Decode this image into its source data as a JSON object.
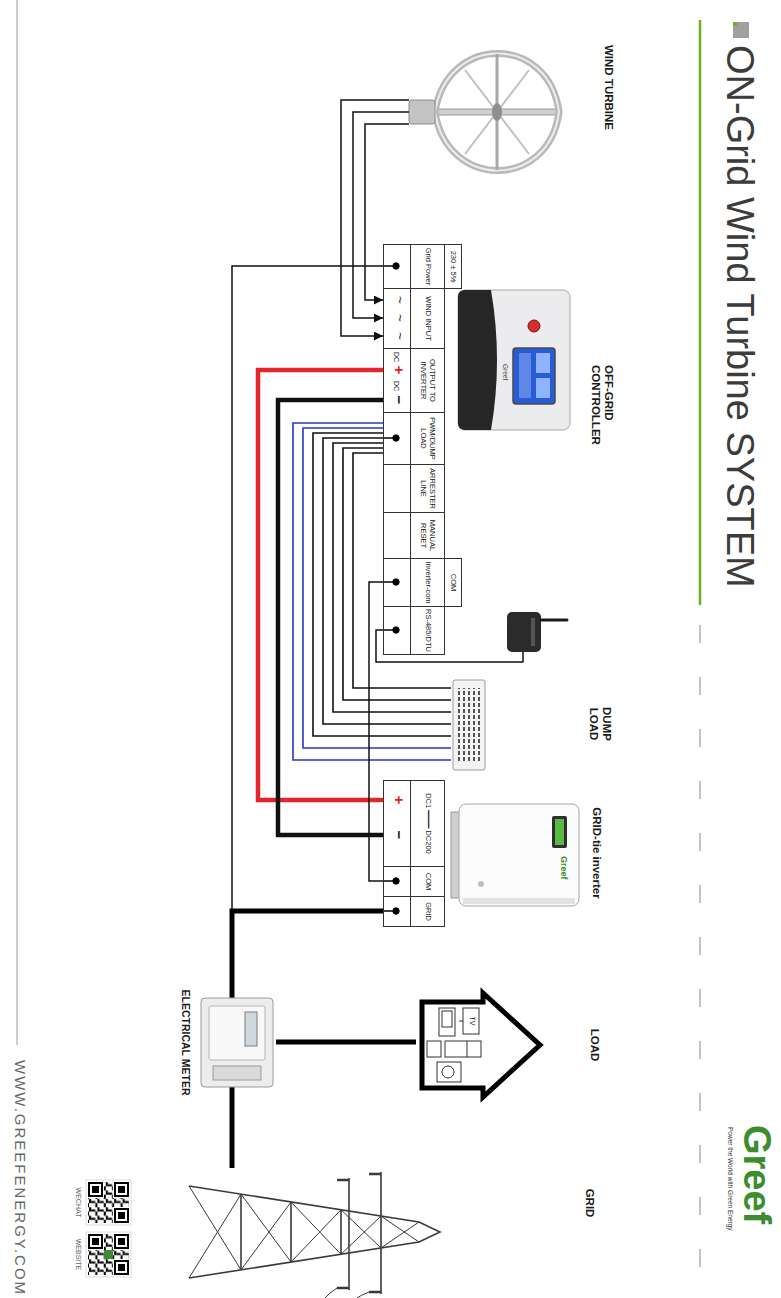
{
  "diagram": {
    "title": "ON-Grid Wind Turbine SYSTEM",
    "nodes": [
      {
        "text": [
          "WIND TURBINE"
        ]
      },
      {
        "text": [
          "OFF-GRID CONTROLLER"
        ]
      },
      {
        "text": [
          "230 ± 5%",
          "Grid Power"
        ],
        "in": 1
      },
      {
        "text": [
          "WIND INPUT"
        ],
        "in": 1
      },
      {
        "text": [
          "OUTPUT TO INVERTER"
        ],
        "in": 1
      },
      {
        "text": [
          "PWM/DUMP LOAD"
        ],
        "in": 1
      },
      {
        "text": [
          "ARRESTER LINE"
        ],
        "in": 1
      },
      {
        "text": [
          "MANUAL RESET"
        ],
        "in": 1
      },
      {
        "text": [
          "COM",
          "Inverter-com"
        ],
        "in": 1
      },
      {
        "text": [
          "RS-485/DTU"
        ],
        "in": 1
      },
      {
        "text": [
          "DUMP LOAD"
        ]
      },
      {
        "text": [
          "GRID-tie inverter"
        ]
      },
      {
        "text": [
          "DC1 ━━━━ DC200"
        ],
        "in": 11
      },
      {
        "text": [
          "COM"
        ],
        "in": 11
      },
      {
        "text": [
          "GRID"
        ],
        "in": 11
      },
      {
        "text": [
          "LOAD"
        ]
      },
      {
        "text": [
          "ELECTRICAL METER"
        ]
      },
      {
        "text": [
          "GRID"
        ]
      }
    ],
    "edges": [
      {
        "from": 0,
        "to": 3,
        "arrow": "to"
      },
      {
        "from": 0,
        "to": 3,
        "arrow": "to"
      },
      {
        "from": 0,
        "to": 3,
        "arrow": "to"
      },
      {
        "from": 4,
        "to": 12,
        "arrow": "none"
      },
      {
        "from": 4,
        "to": 12,
        "arrow": "none"
      },
      {
        "from": 5,
        "to": 10,
        "arrow": "none"
      },
      {
        "from": 5,
        "to": 10,
        "arrow": "none"
      },
      {
        "from": 5,
        "to": 10,
        "arrow": "none"
      },
      {
        "from": 5,
        "to": 10,
        "arrow": "none"
      },
      {
        "from": 5,
        "to": 10,
        "arrow": "none"
      },
      {
        "from": 5,
        "to": 10,
        "arrow": "none"
      },
      {
        "from": 5,
        "to": 10,
        "arrow": "none"
      },
      {
        "from": 8,
        "to": 13,
        "arrow": "none"
      },
      {
        "from": 2,
        "to": 16,
        "arrow": "none"
      },
      {
        "from": 14,
        "to": 16,
        "arrow": "none"
      },
      {
        "from": 16,
        "to": 15,
        "arrow": "none"
      },
      {
        "from": 16,
        "to": 17,
        "arrow": "none"
      }
    ],
    "labels": [
      "Greef",
      "Power the World with Green Energy",
      "~",
      "~",
      "~",
      "DC",
      "+",
      "DC",
      "−",
      "+",
      "−",
      "Greef",
      "Greef",
      "TV",
      "WECHAT",
      "WEBSITE",
      "WWW.GREEFENERGY.COM"
    ]
  }
}
